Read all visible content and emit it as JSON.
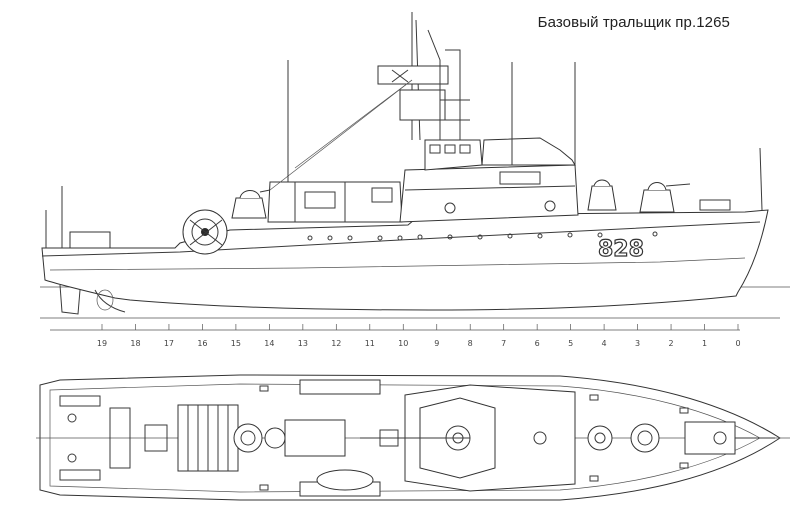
{
  "title": "Базовый тральщик пр.1265",
  "hull_number": "828",
  "stations": [
    "19",
    "18",
    "17",
    "16",
    "15",
    "14",
    "13",
    "12",
    "11",
    "10",
    "9",
    "8",
    "7",
    "6",
    "5",
    "4",
    "3",
    "2",
    "1",
    "0"
  ],
  "colors": {
    "line": "#3a3a3a",
    "background": "#ffffff"
  },
  "views": [
    "side-profile",
    "top-plan"
  ]
}
